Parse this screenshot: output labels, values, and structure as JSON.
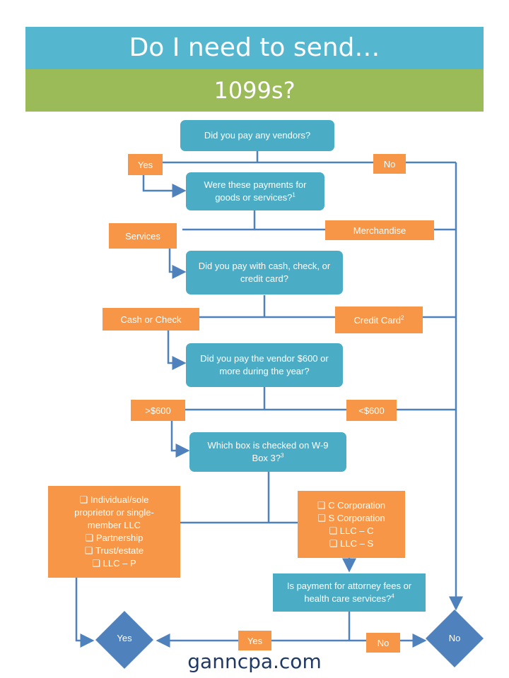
{
  "title": {
    "line1": "Do I need to send…",
    "line2": "1099s?"
  },
  "questions": {
    "q1": "Did you pay any vendors?",
    "q2": "Were these payments for goods or services?",
    "q2_note": "1",
    "q3": "Did you pay with cash, check, or credit card?",
    "q4": "Did you pay the vendor $600 or more during the year?",
    "q5_line1": "Which box is checked on W-9",
    "q5_line2": "Box 3?",
    "q5_note": "3",
    "q6": "Is payment for attorney fees or health care services?",
    "q6_note": "4"
  },
  "answers": {
    "yes1": "Yes",
    "no1": "No",
    "services": "Services",
    "merchandise": "Merchandise",
    "cash_check": "Cash or Check",
    "credit_card": "Credit Card",
    "credit_card_note": "2",
    "over600": ">$600",
    "under600": "<$600",
    "individual_list": [
      "❑ Individual/sole",
      "proprietor or single-",
      "member LLC",
      "❑ Partnership",
      "❑ Trust/estate",
      "❑ LLC – P"
    ],
    "corp_list": [
      "❑ C Corporation",
      "❑ S Corporation",
      "❑ LLC – C",
      "❑ LLC – S"
    ],
    "yes_final": "Yes",
    "no_final": "No"
  },
  "outcomes": {
    "yes": "Yes",
    "no": "No"
  },
  "footer": "ganncpa.com",
  "colors": {
    "question": "#4bacc6",
    "answer": "#f79646",
    "outcome": "#4f81bd",
    "line": "#4f81bd",
    "banner_top": "#55b7cf",
    "banner_bottom": "#9bbb59"
  }
}
